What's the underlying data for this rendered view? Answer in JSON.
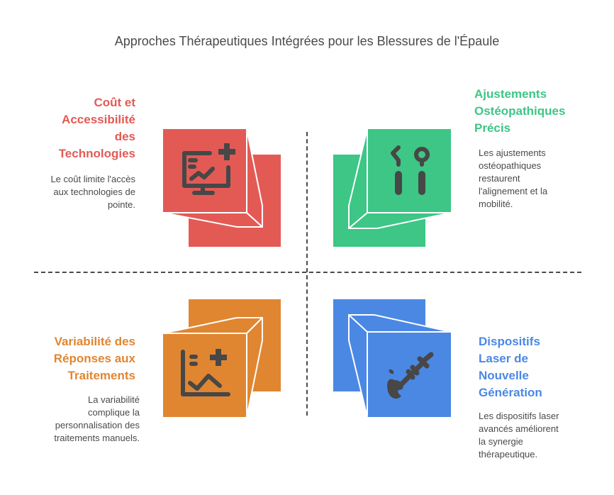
{
  "title": "Approches Thérapeutiques Intégrées pour les Blessures de l'Épaule",
  "colors": {
    "red": "#E35A55",
    "green": "#3DC685",
    "orange": "#E08631",
    "blue": "#4A88E4",
    "icon": "#474747",
    "axis": "#4a4a4a"
  },
  "quadrants": [
    {
      "position": "top-left",
      "heading": "Coût et Accessibilité des Technologies",
      "heading_lines": [
        "Coût et",
        "Accessibilité",
        "des",
        "Technologies"
      ],
      "description_lines": [
        "Le coût limite l'accès",
        "aux technologies de",
        "pointe."
      ],
      "icon": "monitor-chart-plus-icon",
      "color": "#E35A55"
    },
    {
      "position": "top-right",
      "heading": "Ajustements Ostéopathiques Précis",
      "heading_lines": [
        "Ajustements",
        "Ostéopathiques",
        "Précis"
      ],
      "description_lines": [
        "Les ajustements",
        "ostéopathiques",
        "restaurent",
        "l'alignement et la",
        "mobilité."
      ],
      "icon": "dental-tools-icon",
      "color": "#3DC685"
    },
    {
      "position": "bottom-left",
      "heading": "Variabilité des Réponses aux Traitements",
      "heading_lines": [
        "Variabilité des",
        "Réponses aux",
        "Traitements"
      ],
      "description_lines": [
        "La variabilité",
        "complique la",
        "personnalisation des",
        "traitements manuels."
      ],
      "icon": "chart-plus-icon",
      "color": "#E08631"
    },
    {
      "position": "bottom-right",
      "heading": "Dispositifs Laser de Nouvelle Génération",
      "heading_lines": [
        "Dispositifs",
        "Laser de",
        "Nouvelle",
        "Génération"
      ],
      "description_lines": [
        "Les dispositifs laser",
        "avancés améliorent",
        "la synergie",
        "thérapeutique."
      ],
      "icon": "syringe-apple-icon",
      "color": "#4A88E4"
    }
  ]
}
